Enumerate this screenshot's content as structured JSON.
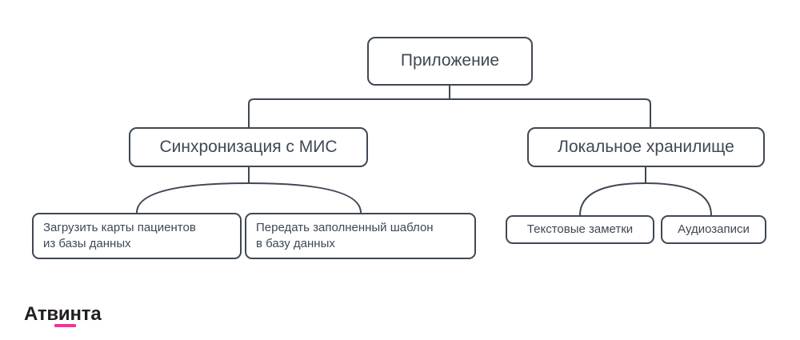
{
  "diagram": {
    "type": "tree",
    "stroke_color": "#3f4853",
    "background_color": "#ffffff",
    "nodes": [
      {
        "id": "app",
        "label": "Приложение",
        "level": 1
      },
      {
        "id": "sync",
        "label": "Синхронизация с МИС",
        "level": 2
      },
      {
        "id": "storage",
        "label": "Локальное хранилище",
        "level": 2
      },
      {
        "id": "load",
        "label": "Загрузить карты пациентов\nиз базы данных",
        "level": 3
      },
      {
        "id": "send",
        "label": "Передать заполненный шаблон\nв базу данных",
        "level": 3
      },
      {
        "id": "notes",
        "label": "Текстовые заметки",
        "level": 3
      },
      {
        "id": "audio",
        "label": "Аудиозаписи",
        "level": 3
      }
    ],
    "edges": [
      {
        "from": "app",
        "to": "sync",
        "style": "orthogonal"
      },
      {
        "from": "app",
        "to": "storage",
        "style": "orthogonal"
      },
      {
        "from": "sync",
        "to": "load",
        "style": "arc"
      },
      {
        "from": "sync",
        "to": "send",
        "style": "arc"
      },
      {
        "from": "storage",
        "to": "notes",
        "style": "arc"
      },
      {
        "from": "storage",
        "to": "audio",
        "style": "arc"
      }
    ]
  },
  "brand": {
    "name": "Атвинта",
    "accent_color": "#ff2d96",
    "text_color": "#231f20"
  }
}
